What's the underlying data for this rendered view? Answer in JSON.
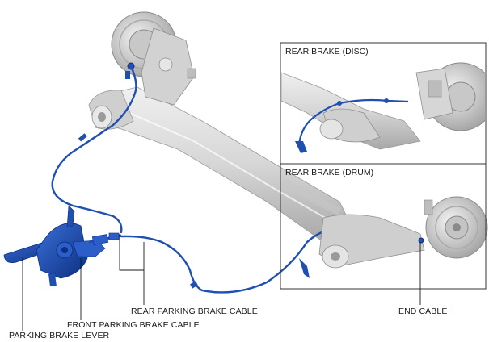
{
  "insets": {
    "disc_title": "REAR BRAKE (DISC)",
    "drum_title": "REAR BRAKE (DRUM)"
  },
  "callouts": {
    "end_cable": "END CABLE",
    "rear_cable": "REAR PARKING BRAKE CABLE",
    "front_cable": "FRONT PARKING BRAKE CABLE",
    "lever": "PARKING BRAKE LEVER"
  },
  "colors": {
    "cable": "#1f4fb0",
    "cable_dark": "#0d2f80",
    "axle": "#d8d8d8",
    "axle_shade": "#b5b5b5",
    "leader": "#1a1a1a"
  }
}
